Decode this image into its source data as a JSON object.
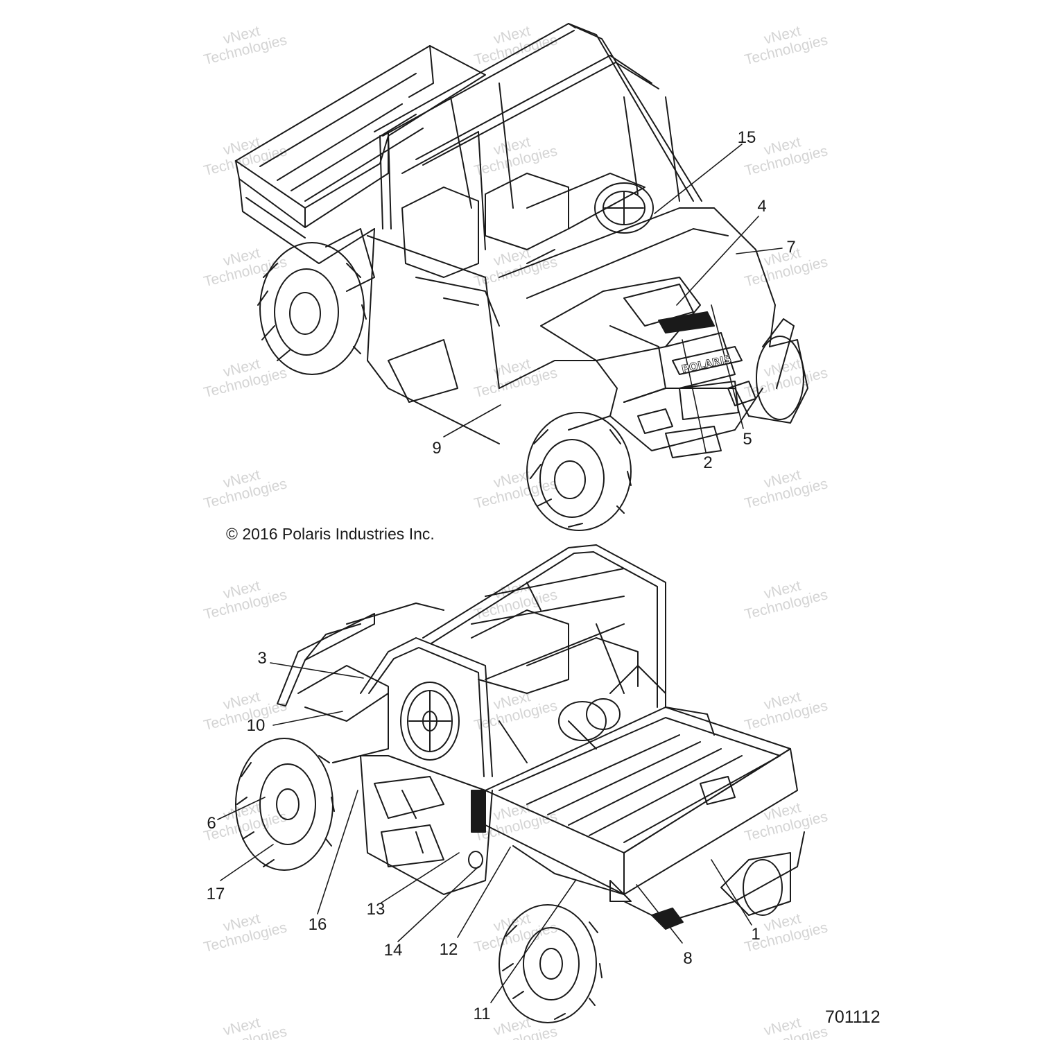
{
  "copyright": "© 2016 Polaris Industries Inc.",
  "drawing_number": "701112",
  "watermark": {
    "line1": "vNext",
    "line2": "Technologies"
  },
  "brand_text": "POLARIS",
  "callouts": {
    "n15": "15",
    "n4": "4",
    "n7": "7",
    "n9": "9",
    "n2": "2",
    "n5": "5",
    "n3": "3",
    "n10": "10",
    "n6": "6",
    "n17": "17",
    "n16": "16",
    "n13": "13",
    "n14": "14",
    "n12": "12",
    "n11": "11",
    "n8": "8",
    "n1": "1"
  },
  "colors": {
    "line": "#1a1a1a",
    "watermark": "#d4d4d4",
    "background": "#ffffff"
  }
}
